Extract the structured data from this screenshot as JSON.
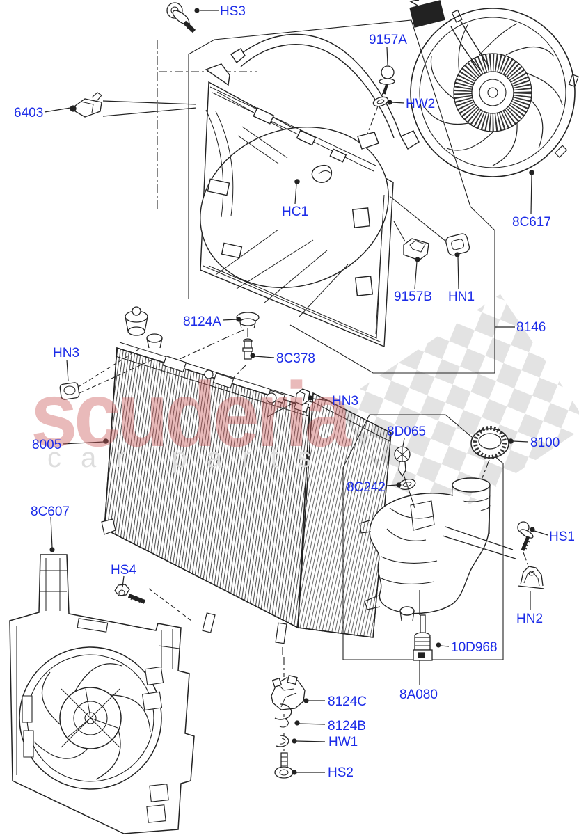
{
  "watermark": {
    "line1": "scuderia",
    "line2": "car parts"
  },
  "palette": {
    "label_blue": "#1b2be8",
    "line_black": "#222222",
    "watermark_pink": "rgba(202,90,90,0.42)",
    "watermark_gray": "#dedede",
    "checker_gray": "#e3e3e3"
  },
  "callouts": [
    {
      "id": "hs3",
      "text": "HS3"
    },
    {
      "id": "9157a",
      "text": "9157A"
    },
    {
      "id": "hw2",
      "text": "HW2"
    },
    {
      "id": "6403",
      "text": "6403"
    },
    {
      "id": "8c617",
      "text": "8C617"
    },
    {
      "id": "hc1",
      "text": "HC1"
    },
    {
      "id": "9157b",
      "text": "9157B"
    },
    {
      "id": "hn1",
      "text": "HN1"
    },
    {
      "id": "8146",
      "text": "8146"
    },
    {
      "id": "8124a",
      "text": "8124A"
    },
    {
      "id": "8c378",
      "text": "8C378"
    },
    {
      "id": "hn3-a",
      "text": "HN3"
    },
    {
      "id": "8005",
      "text": "8005"
    },
    {
      "id": "hn3-b",
      "text": "HN3"
    },
    {
      "id": "8d065",
      "text": "8D065"
    },
    {
      "id": "8100",
      "text": "8100"
    },
    {
      "id": "8c242",
      "text": "8C242"
    },
    {
      "id": "hs1",
      "text": "HS1"
    },
    {
      "id": "8c607",
      "text": "8C607"
    },
    {
      "id": "hs4",
      "text": "HS4"
    },
    {
      "id": "hn2",
      "text": "HN2"
    },
    {
      "id": "10d968",
      "text": "10D968"
    },
    {
      "id": "8a080",
      "text": "8A080"
    },
    {
      "id": "8124c",
      "text": "8124C"
    },
    {
      "id": "8124b",
      "text": "8124B"
    },
    {
      "id": "hw1",
      "text": "HW1"
    },
    {
      "id": "hs2",
      "text": "HS2"
    }
  ]
}
